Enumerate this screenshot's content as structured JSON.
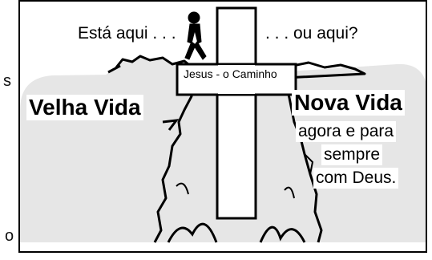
{
  "edge_fragments": {
    "left_top": "s",
    "left_bottom": "o"
  },
  "caption_left": "Está aqui . . .",
  "caption_right": ". . . ou aqui?",
  "cross_label": "Jesus - o Caminho",
  "old_life_label": "Velha Vida",
  "new_life_label": "Nova Vida",
  "new_life_lines": [
    "agora e para",
    "sempre",
    "com Deus."
  ],
  "colors": {
    "background_shape": "#e6e6e6",
    "ink": "#000000",
    "paper": "#ffffff"
  }
}
